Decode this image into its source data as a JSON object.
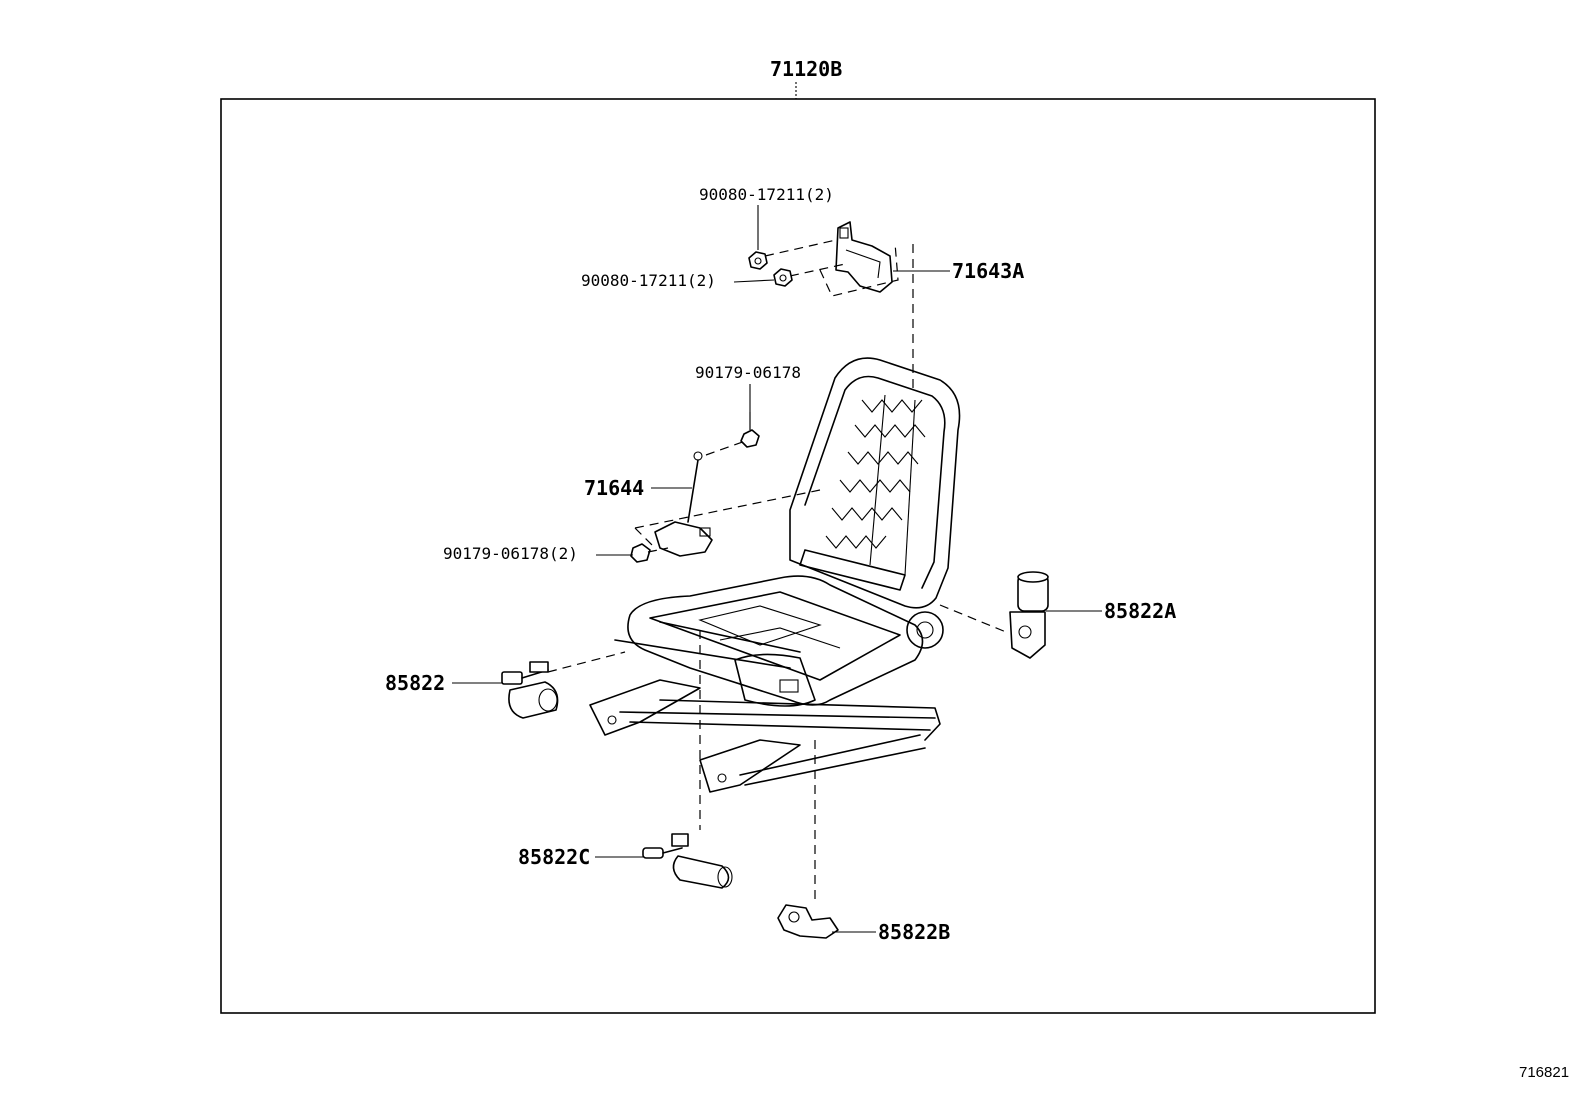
{
  "diagram": {
    "assembly_label": "71120B",
    "image_code": "716821",
    "callouts": [
      {
        "id": "nut-upper-1",
        "text": "90080-17211(2)"
      },
      {
        "id": "nut-upper-2",
        "text": "90080-17211(2)"
      },
      {
        "id": "bracket",
        "text": "71643A"
      },
      {
        "id": "bolt-upper",
        "text": "90179-06178"
      },
      {
        "id": "lumbar",
        "text": "71644"
      },
      {
        "id": "bolt-lower",
        "text": "90179-06178(2)"
      },
      {
        "id": "motor-recline",
        "text": "85822A"
      },
      {
        "id": "motor-slide",
        "text": "85822"
      },
      {
        "id": "motor-lifter",
        "text": "85822C"
      },
      {
        "id": "motor-tilt",
        "text": "85822B"
      }
    ]
  }
}
